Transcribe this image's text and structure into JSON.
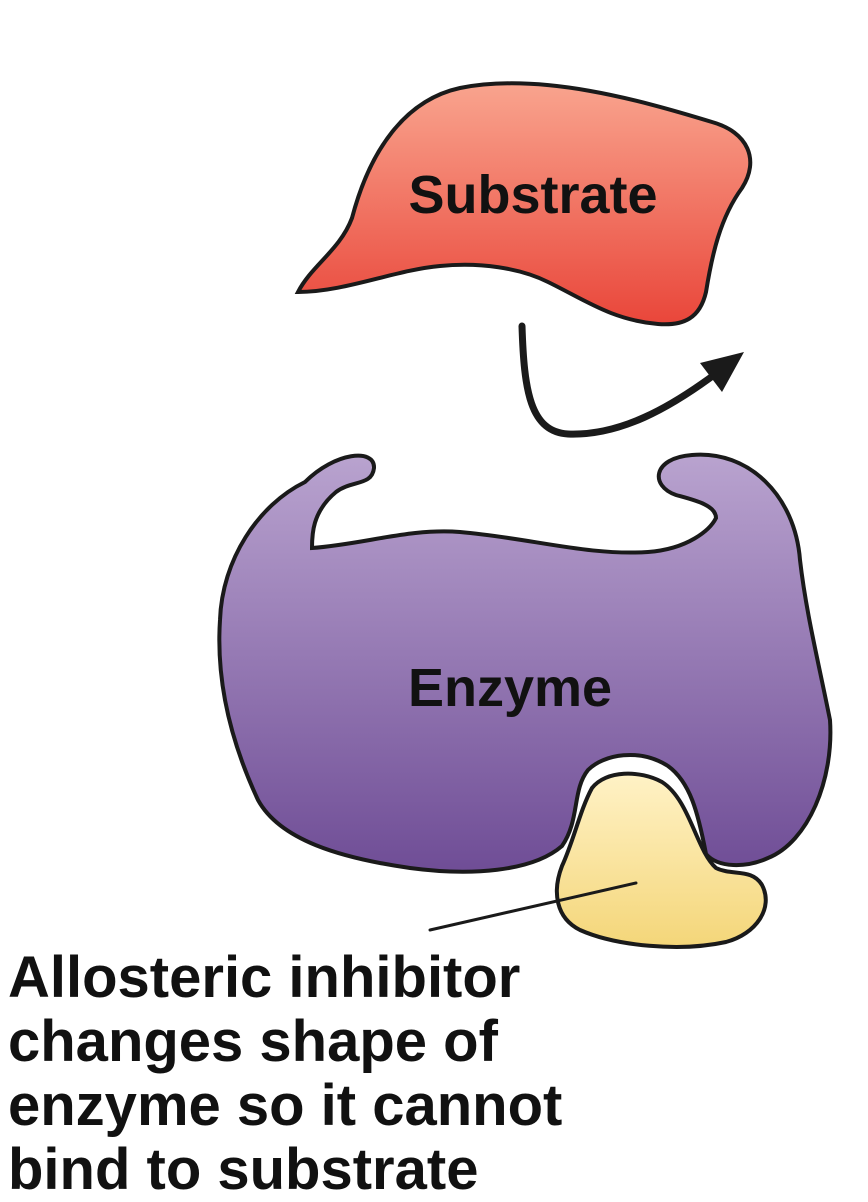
{
  "diagram": {
    "substrate_label": "Substrate",
    "enzyme_label": "Enzyme",
    "caption_lines": [
      "Allosteric inhibitor",
      "changes shape of",
      "enzyme so it cannot",
      "bind to substrate"
    ]
  },
  "colors": {
    "substrate_top": "#f9a48e",
    "substrate_bottom": "#e9463a",
    "enzyme_top": "#b9a3cf",
    "enzyme_bottom": "#6f4d96",
    "inhibitor_top": "#fff2c6",
    "inhibitor_bottom": "#f4d679",
    "outline": "#1a1a1a"
  }
}
